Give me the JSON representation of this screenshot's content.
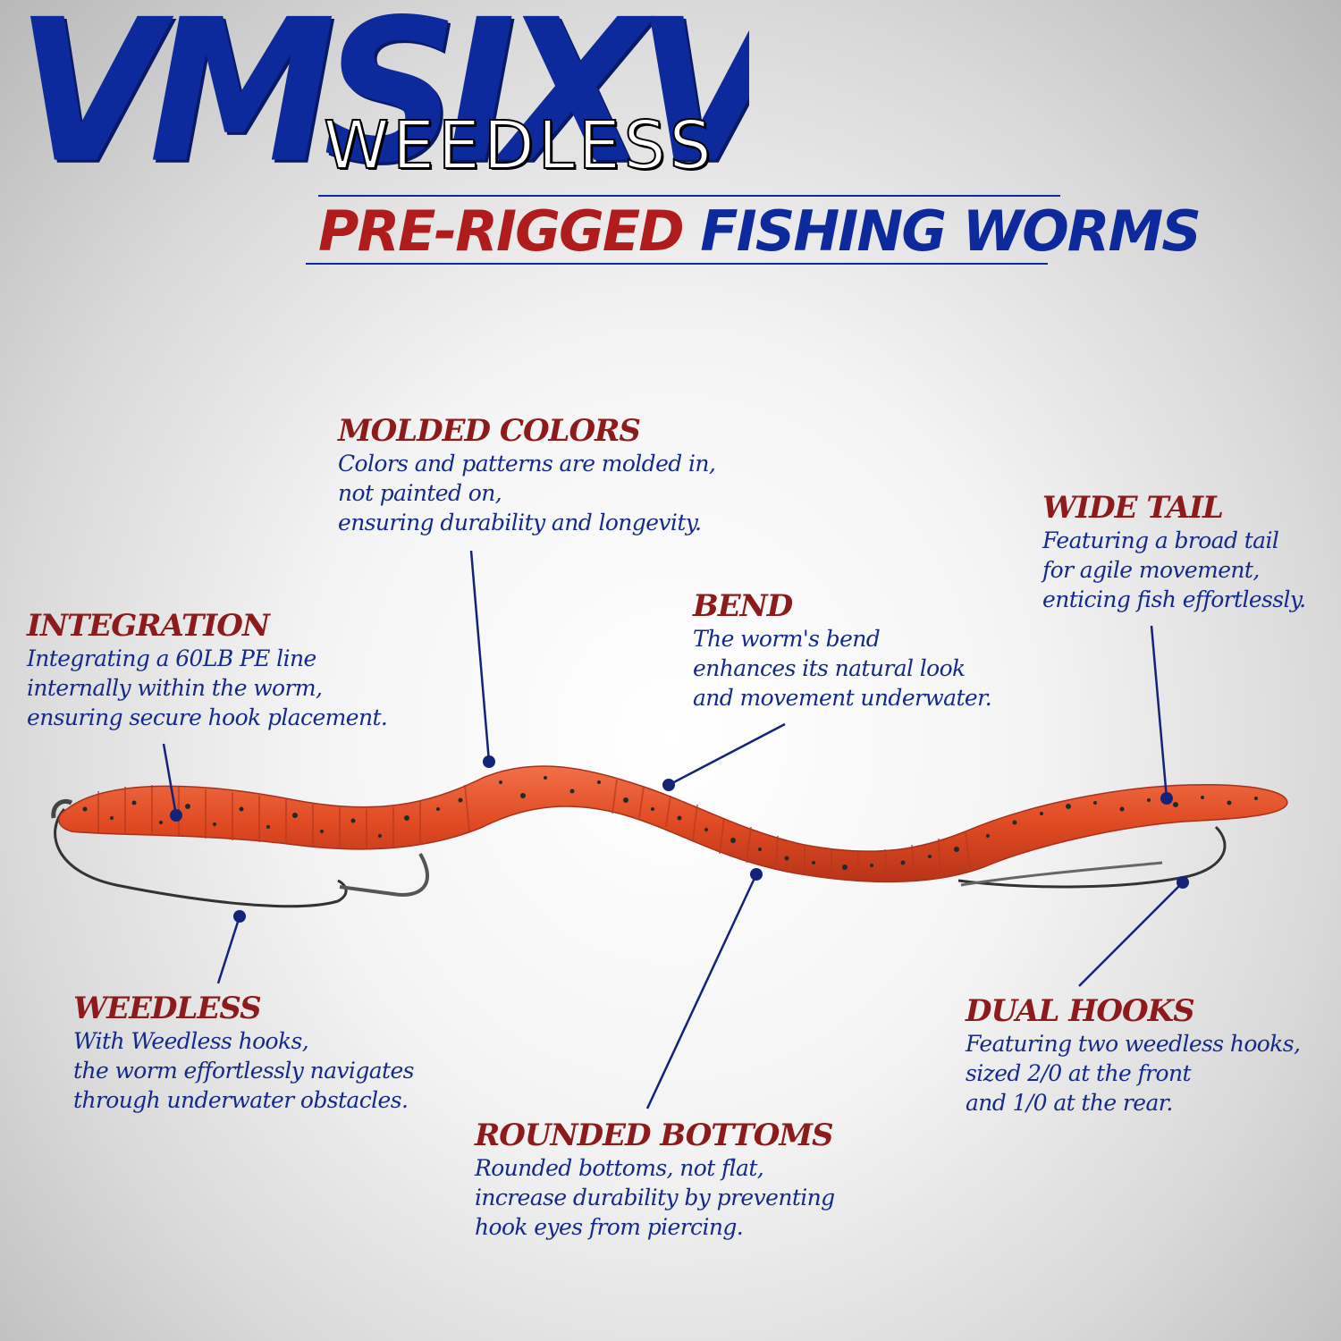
{
  "brand": {
    "name": "VMSIXVM",
    "tagline": "WEEDLESS"
  },
  "headline": {
    "part_red": "PRE-RIGGED",
    "part_blue": "FISHING WORMS"
  },
  "colors": {
    "brand_blue": "#0d2a9c",
    "title_red": "#8e1b1b",
    "desc_blue": "#132a8a",
    "worm_orange": "#e6502a"
  },
  "features": {
    "molded_colors": {
      "title": "MOLDED COLORS",
      "lines": [
        "Colors and patterns are molded in,",
        "not painted on,",
        "ensuring durability and longevity."
      ]
    },
    "wide_tail": {
      "title": "WIDE TAIL",
      "lines": [
        "Featuring a broad tail",
        "for agile movement,",
        "enticing fish effortlessly."
      ]
    },
    "bend": {
      "title": "BEND",
      "lines": [
        "The worm's bend",
        "enhances its natural look",
        "and movement underwater."
      ]
    },
    "integration": {
      "title": "INTEGRATION",
      "lines": [
        "Integrating a 60LB PE line",
        "internally within the worm,",
        "ensuring secure hook placement."
      ]
    },
    "weedless": {
      "title": "WEEDLESS",
      "lines": [
        "With Weedless hooks,",
        "the worm effortlessly navigates",
        "through underwater obstacles."
      ]
    },
    "dual_hooks": {
      "title": "DUAL HOOKS",
      "lines": [
        "Featuring two weedless hooks,",
        "sized 2/0 at the front",
        "and 1/0 at the rear."
      ]
    },
    "rounded_bottoms": {
      "title": "ROUNDED BOTTOMS",
      "lines": [
        "Rounded bottoms, not flat,",
        "increase durability by preventing",
        "hook eyes from piercing."
      ]
    }
  }
}
